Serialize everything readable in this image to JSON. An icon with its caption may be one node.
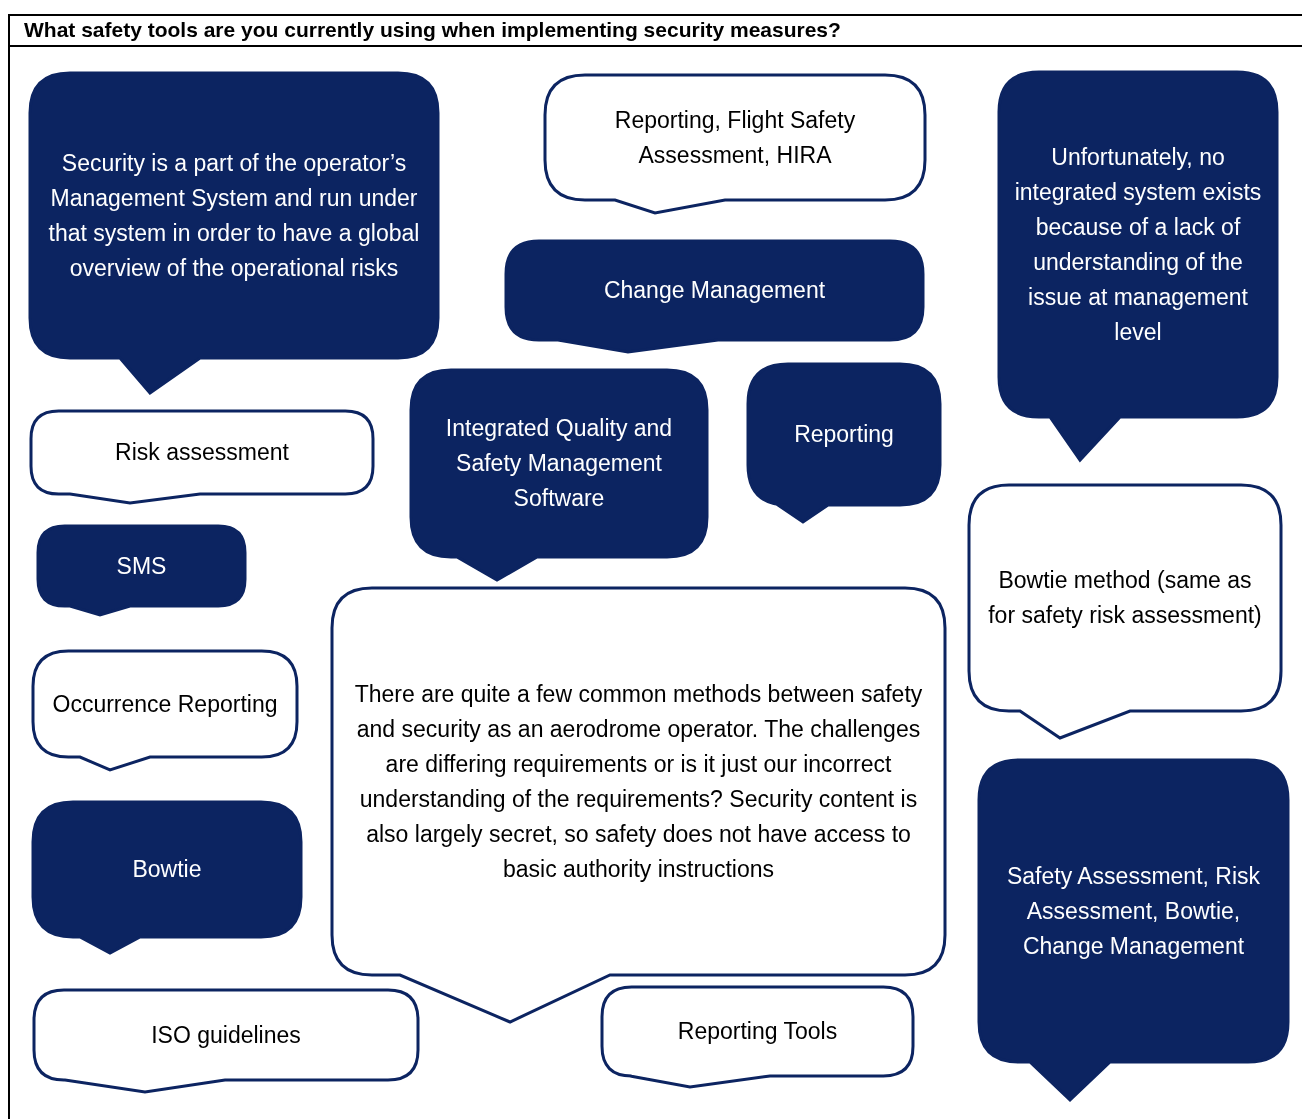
{
  "diagram": {
    "title": "What safety tools are you currently using when implementing security measures?",
    "nodes": [
      {
        "text": [
          "Security is a part of the operator’s Management System and run under that system in order to have a global overview of the operational risks"
        ]
      },
      {
        "text": [
          "Reporting, Flight Safety Assessment, HIRA"
        ]
      },
      {
        "text": [
          "Unfortunately, no integrated system exists because of a lack of understanding of the issue at management level"
        ]
      },
      {
        "text": [
          "Change Management"
        ]
      },
      {
        "text": [
          "Reporting"
        ]
      },
      {
        "text": [
          "Integrated Quality and Safety Management Software"
        ]
      },
      {
        "text": [
          "Risk assessment"
        ]
      },
      {
        "text": [
          "Bowtie method (same as for safety risk assessment)"
        ]
      },
      {
        "text": [
          "SMS"
        ]
      },
      {
        "text": [
          "There are quite a few common methods between safety and security as an aerodrome operator. The challenges are differing requirements or is it just our incorrect understanding of the requirements? Security content is also largely secret, so safety does not have access to basic authority instructions"
        ]
      },
      {
        "text": [
          "Occurrence Reporting"
        ]
      },
      {
        "text": [
          "Safety Assessment, Risk Assessment, Bowtie, Change Management"
        ]
      },
      {
        "text": [
          "Bowtie"
        ]
      },
      {
        "text": [
          "Reporting Tools"
        ]
      },
      {
        "text": [
          "ISO guidelines"
        ]
      }
    ],
    "edges": []
  }
}
